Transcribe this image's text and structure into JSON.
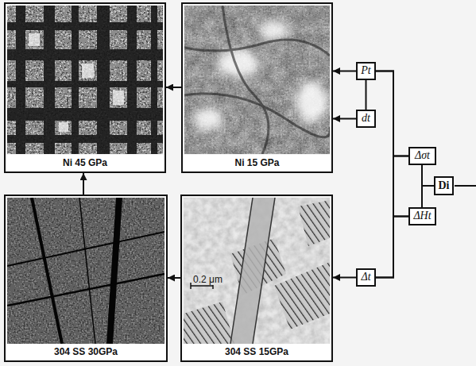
{
  "diagram": {
    "nodes": [
      {
        "text": [
          "Ni 45 GPa"
        ]
      },
      {
        "text": [
          "Ni 15 GPa"
        ]
      },
      {
        "text": [
          "Pt"
        ]
      },
      {
        "text": [
          "dt"
        ]
      },
      {
        "text": [
          "Δσt"
        ]
      },
      {
        "text": [
          "Di"
        ]
      },
      {
        "text": [
          "ΔHt"
        ]
      },
      {
        "text": [
          "304 SS 30GPa"
        ]
      },
      {
        "text": [
          "304 SS 15GPa"
        ]
      },
      {
        "text": [
          "Δt"
        ]
      }
    ],
    "edges": [
      {
        "from": 2,
        "to": 1,
        "arrow": "to"
      },
      {
        "from": 3,
        "to": 1,
        "arrow": "to"
      },
      {
        "from": 1,
        "to": 0,
        "arrow": "to"
      },
      {
        "from": 8,
        "to": 7,
        "arrow": "to"
      },
      {
        "from": 7,
        "to": 0,
        "arrow": "to"
      },
      {
        "from": 9,
        "to": 8,
        "arrow": "to"
      },
      {
        "from": 2,
        "to": 3,
        "arrow": "none"
      },
      {
        "from": 4,
        "to": 2,
        "arrow": "none"
      },
      {
        "from": 6,
        "to": 2,
        "arrow": "none"
      },
      {
        "from": 4,
        "to": 9,
        "arrow": "none"
      },
      {
        "from": 6,
        "to": 9,
        "arrow": "none"
      },
      {
        "from": 5,
        "to": 4,
        "arrow": "none"
      },
      {
        "from": 5,
        "to": 6,
        "arrow": "none"
      }
    ],
    "labels": [
      "0.2 μm"
    ]
  }
}
